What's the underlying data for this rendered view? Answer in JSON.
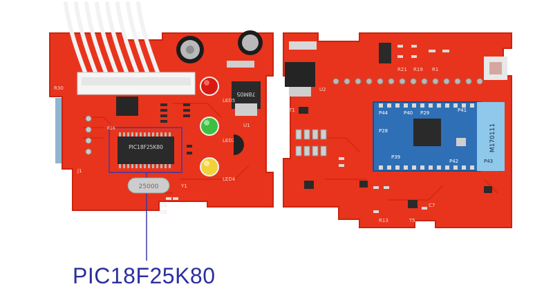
{
  "caption": {
    "text": "PIC18F25K80"
  },
  "left_board": {
    "chip_marking": "PIC18F25K80",
    "crystal_marking": "25000",
    "regulator_marking": "78M05",
    "led_labels": [
      "LED5",
      "LED2",
      "LED4"
    ],
    "misc_labels": [
      "U1",
      "C5",
      "C6",
      "Y1",
      "J1",
      "R30",
      "R16"
    ]
  },
  "right_board": {
    "module_marking": "M170111",
    "pad_labels": [
      "P44",
      "P40",
      "P29",
      "P41",
      "P28",
      "P39",
      "P42",
      "P43"
    ],
    "misc_labels": [
      "U2",
      "R21",
      "R19",
      "R1",
      "T1",
      "C7",
      "R13",
      "T5"
    ]
  },
  "colors": {
    "pcb": "#e8341c",
    "pcb_dark": "#c92410",
    "module": "#2f6fb5",
    "antenna": "#8ec8ea",
    "caption": "#2b2f9e",
    "highlight": "#3a3aa8"
  }
}
